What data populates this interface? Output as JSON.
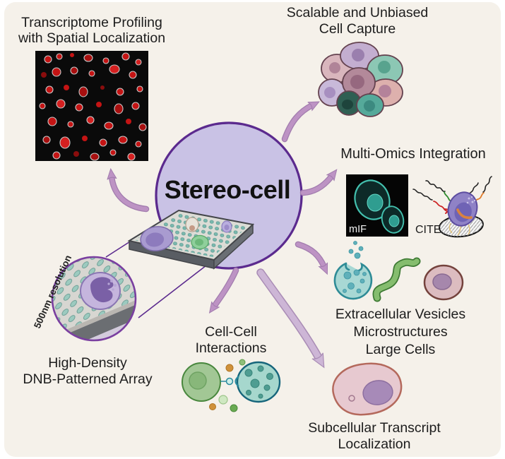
{
  "figure": {
    "center_label": "Stereo-cell",
    "sections": {
      "transcriptome": {
        "line1": "Transcriptome Profiling",
        "line2": "with Spatial Localization"
      },
      "cell_capture": {
        "line1": "Scalable and Unbiased",
        "line2": "Cell Capture"
      },
      "multi_omics": {
        "title": "Multi-Omics Integration",
        "mif_label": "mIF",
        "cite_label": "CITE"
      },
      "vesicles": {
        "line1": "Extracellular Vesicles",
        "line2": "Microstructures",
        "line3": "Large Cells"
      },
      "cell_cell": {
        "line1": "Cell-Cell",
        "line2": "Interactions"
      },
      "subcellular": {
        "line1": "Subcellular Transcript",
        "line2": "Localization"
      },
      "dnb_array": {
        "resolution_note": "500nm resolution",
        "line1": "High-Density",
        "line2": "DNB-Patterned Array"
      }
    },
    "colors": {
      "background": "#f5f1ea",
      "center_circle_fill": "#c9c2e5",
      "center_circle_border": "#5b2a8e",
      "arrow_fill": "#bd93c4",
      "arrow_outline": "#a27cae",
      "text": "#1d1d1d",
      "chip_dot_teal": "#79b8ae",
      "fluorescence_teal": "#43c0ae",
      "fluorescence_red": "#c41414"
    }
  }
}
